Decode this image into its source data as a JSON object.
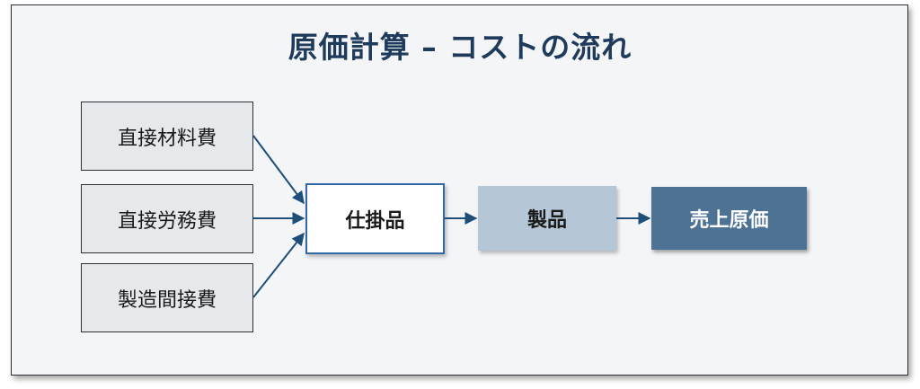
{
  "title": "原価計算 – コストの流れ",
  "inputs": {
    "direct_materials": "直接材料費",
    "direct_labor": "直接労務費",
    "overhead": "製造間接費"
  },
  "work_in_process": "仕掛品",
  "finished_goods": "製品",
  "cost_of_sales": "売上原価",
  "colors": {
    "title": "#1f3b5c",
    "arrow": "#1f4e79",
    "wip_border": "#2f6aa6",
    "finished_goods_fill": "#b5c7d6",
    "cost_of_sales_fill": "#4e7294"
  }
}
